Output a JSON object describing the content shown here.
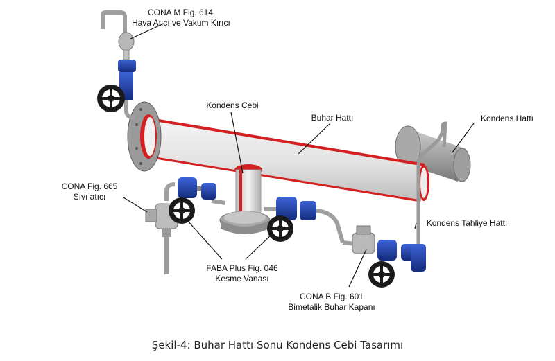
{
  "labels": {
    "cona_m_line1": "CONA M Fig. 614",
    "cona_m_line2": "Hava Atıcı ve Vakum Kırıcı",
    "kondens_cebi": "Kondens Cebi",
    "buhar_hatti": "Buhar Hattı",
    "kondens_hatti": "Kondens Hattı",
    "cona_665_line1": "CONA Fig. 665",
    "cona_665_line2": "Sıvı atıcı",
    "kondens_tahliye": "Kondens Tahliye Hattı",
    "faba_line1": "FABA Plus Fig. 046",
    "faba_line2": "Kesme Vanası",
    "cona_b_line1": "CONA B Fig. 601",
    "cona_b_line2": "Bimetalik Buhar Kapanı"
  },
  "caption": "Şekil-4: Buhar Hattı Sonu Kondens Cebi Tasarımı",
  "colors": {
    "pipe": "#d9d9d9",
    "pipe_dark": "#8a8a8a",
    "cutaway": "#d42020",
    "valve_blue": "#1c3fa8",
    "handwheel": "#1a1a1a",
    "condensate_pipe": "#9a9a9a"
  }
}
